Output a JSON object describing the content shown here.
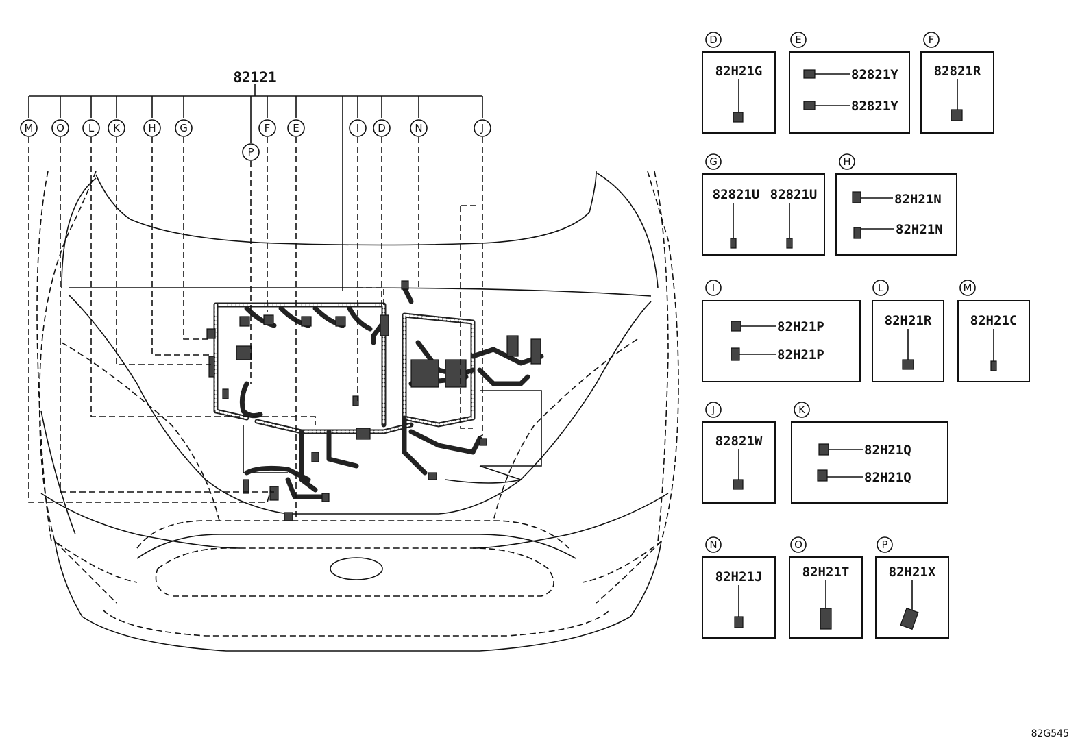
{
  "main_part": "82121",
  "diagram_code": "82G545",
  "callout_letters": [
    "M",
    "O",
    "L",
    "K",
    "H",
    "G",
    "P",
    "F",
    "E",
    "I",
    "D",
    "N",
    "J"
  ],
  "detail_boxes": [
    {
      "letter": "D",
      "parts": [
        "82H21G"
      ]
    },
    {
      "letter": "E",
      "parts": [
        "82821Y",
        "82821Y"
      ]
    },
    {
      "letter": "F",
      "parts": [
        "82821R"
      ]
    },
    {
      "letter": "G",
      "parts": [
        "82821U",
        "82821U"
      ]
    },
    {
      "letter": "H",
      "parts": [
        "82H21N",
        "82H21N"
      ]
    },
    {
      "letter": "I",
      "parts": [
        "82H21P",
        "82H21P"
      ]
    },
    {
      "letter": "L",
      "parts": [
        "82H21R"
      ]
    },
    {
      "letter": "M",
      "parts": [
        "82H21C"
      ]
    },
    {
      "letter": "J",
      "parts": [
        "82821W"
      ]
    },
    {
      "letter": "K",
      "parts": [
        "82H21Q",
        "82H21Q"
      ]
    },
    {
      "letter": "N",
      "parts": [
        "82H21J"
      ]
    },
    {
      "letter": "O",
      "parts": [
        "82H21T"
      ]
    },
    {
      "letter": "P",
      "parts": [
        "82H21X"
      ]
    }
  ]
}
